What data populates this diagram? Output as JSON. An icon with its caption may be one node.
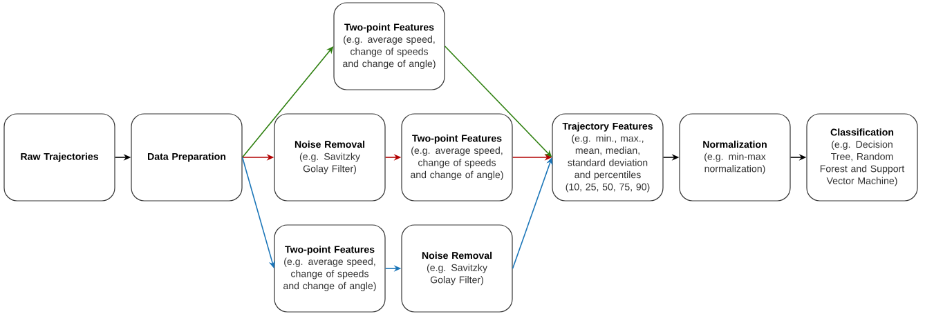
{
  "diagram": {
    "nodes": [
      {
        "text": [
          "Raw Trajectories"
        ]
      },
      {
        "text": [
          "Data Preparation"
        ]
      },
      {
        "text": [
          "Two-point Features",
          "(e.g. average speed, change of speeds and change of angle)"
        ]
      },
      {
        "text": [
          "Noise Removal",
          "(e.g. Savitzky Golay Filter)"
        ]
      },
      {
        "text": [
          "Two-point Features",
          "(e.g. average speed, change of speeds and change of angle)"
        ]
      },
      {
        "text": [
          "Two-point Features",
          "(e.g. average speed, change of speeds and change of angle)"
        ]
      },
      {
        "text": [
          "Noise Removal",
          "(e.g. Savitzky Golay Filter)"
        ]
      },
      {
        "text": [
          "Trajectory Features",
          "(e.g. min., max., mean, median, standard deviation and percentiles (10, 25, 50, 75, 90)"
        ]
      },
      {
        "text": [
          "Normalization",
          "(e.g. min-max normalization)"
        ]
      },
      {
        "text": [
          "Classification",
          "(e.g. Decision Tree, Random Forest and Support Vector Machine)"
        ]
      }
    ],
    "edges": [
      {
        "from": 0,
        "to": 1,
        "arrow": "to"
      },
      {
        "from": 1,
        "to": 2,
        "arrow": "to",
        "color": "#2d7f0e"
      },
      {
        "from": 1,
        "to": 3,
        "arrow": "to",
        "color": "#b20000"
      },
      {
        "from": 1,
        "to": 5,
        "arrow": "to",
        "color": "#1a75b8"
      },
      {
        "from": 3,
        "to": 4,
        "arrow": "to",
        "color": "#b20000"
      },
      {
        "from": 5,
        "to": 6,
        "arrow": "to",
        "color": "#1a75b8"
      },
      {
        "from": 2,
        "to": 7,
        "arrow": "to",
        "color": "#2d7f0e"
      },
      {
        "from": 4,
        "to": 7,
        "arrow": "to",
        "color": "#b20000"
      },
      {
        "from": 6,
        "to": 7,
        "arrow": "to",
        "color": "#1a75b8"
      },
      {
        "from": 7,
        "to": 8,
        "arrow": "to"
      },
      {
        "from": 8,
        "to": 9,
        "arrow": "to"
      }
    ]
  }
}
